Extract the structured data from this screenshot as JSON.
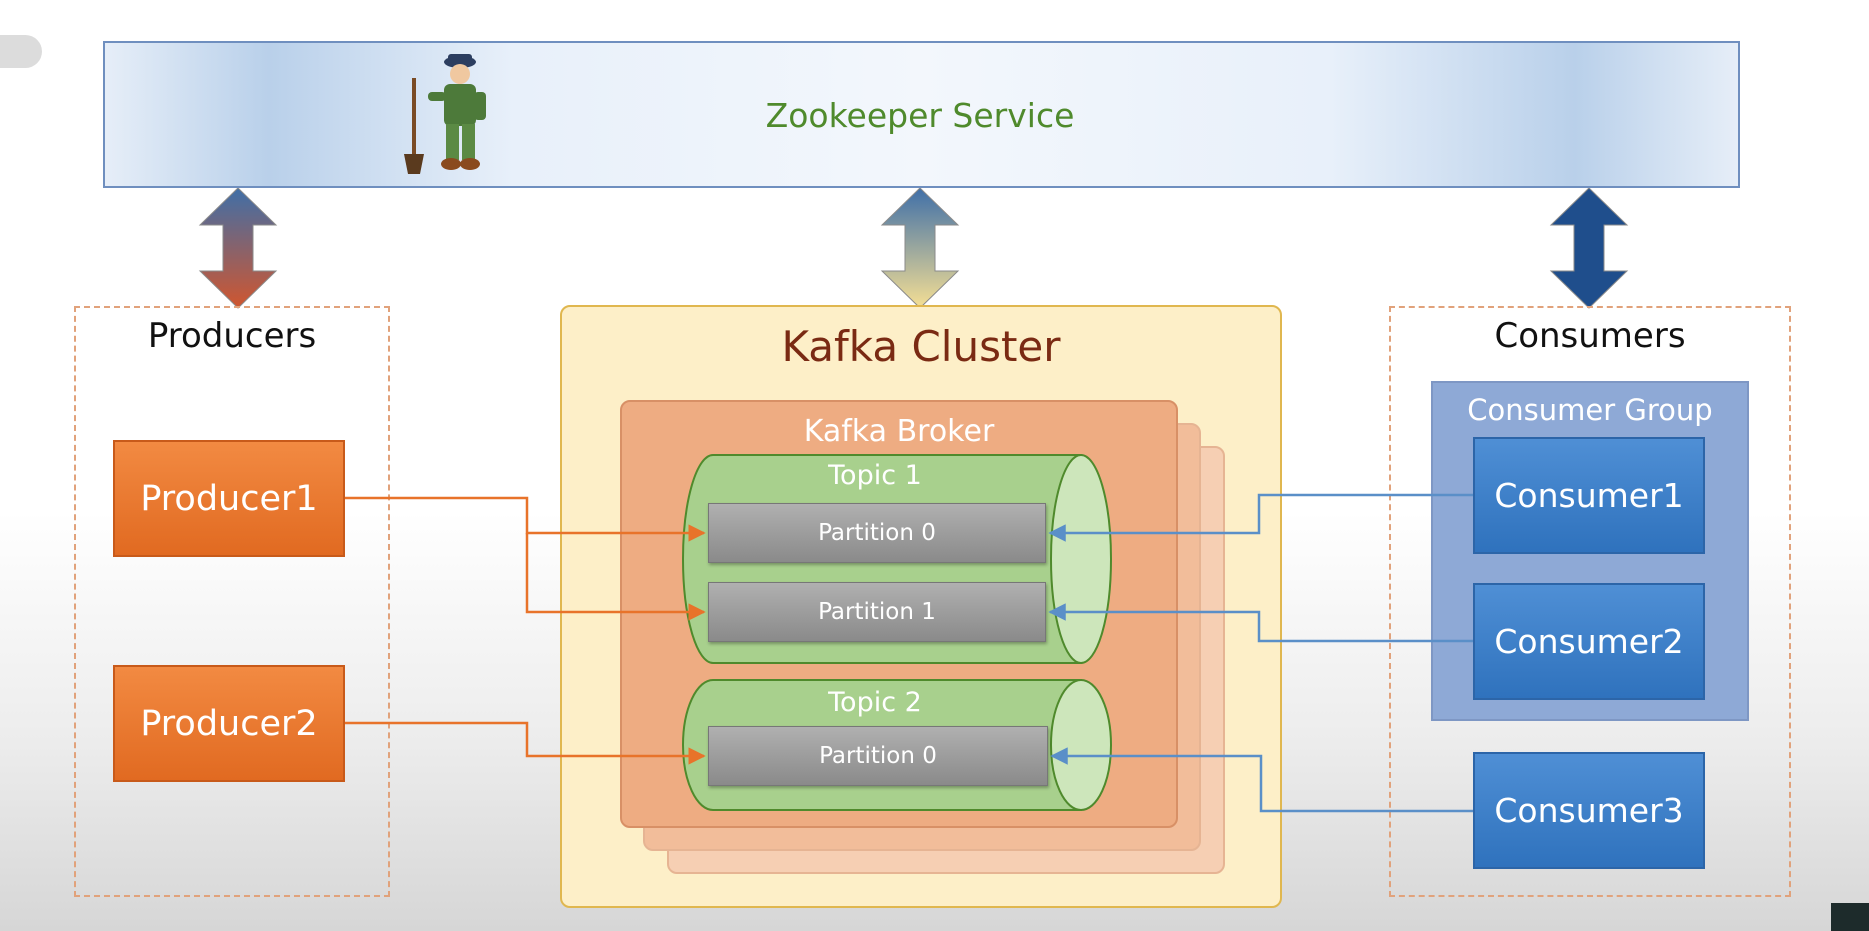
{
  "zookeeper": {
    "title": "Zookeeper Service"
  },
  "producers": {
    "title": "Producers",
    "items": [
      {
        "label": "Producer1"
      },
      {
        "label": "Producer2"
      }
    ]
  },
  "cluster": {
    "title": "Kafka Cluster",
    "broker": "Kafka Broker",
    "topics": [
      {
        "label": "Topic 1",
        "partitions": [
          "Partition 0",
          "Partition 1"
        ]
      },
      {
        "label": "Topic 2",
        "partitions": [
          "Partition 0"
        ]
      }
    ]
  },
  "consumers": {
    "title": "Consumers",
    "group_title": "Consumer Group",
    "items": [
      {
        "label": "Consumer1"
      },
      {
        "label": "Consumer2"
      },
      {
        "label": "Consumer3"
      }
    ]
  },
  "colors": {
    "producer": "#e8732a",
    "consumer": "#3b7dc8",
    "producer_link": "#e8732a",
    "consumer_link": "#5a8fc8",
    "topic": "#a8d08d",
    "partition": "#9a9a9a",
    "broker": "#eeac82",
    "cluster": "#fdefc8"
  },
  "icons": {
    "zookeeper": "zookeeper-mascot-icon"
  }
}
